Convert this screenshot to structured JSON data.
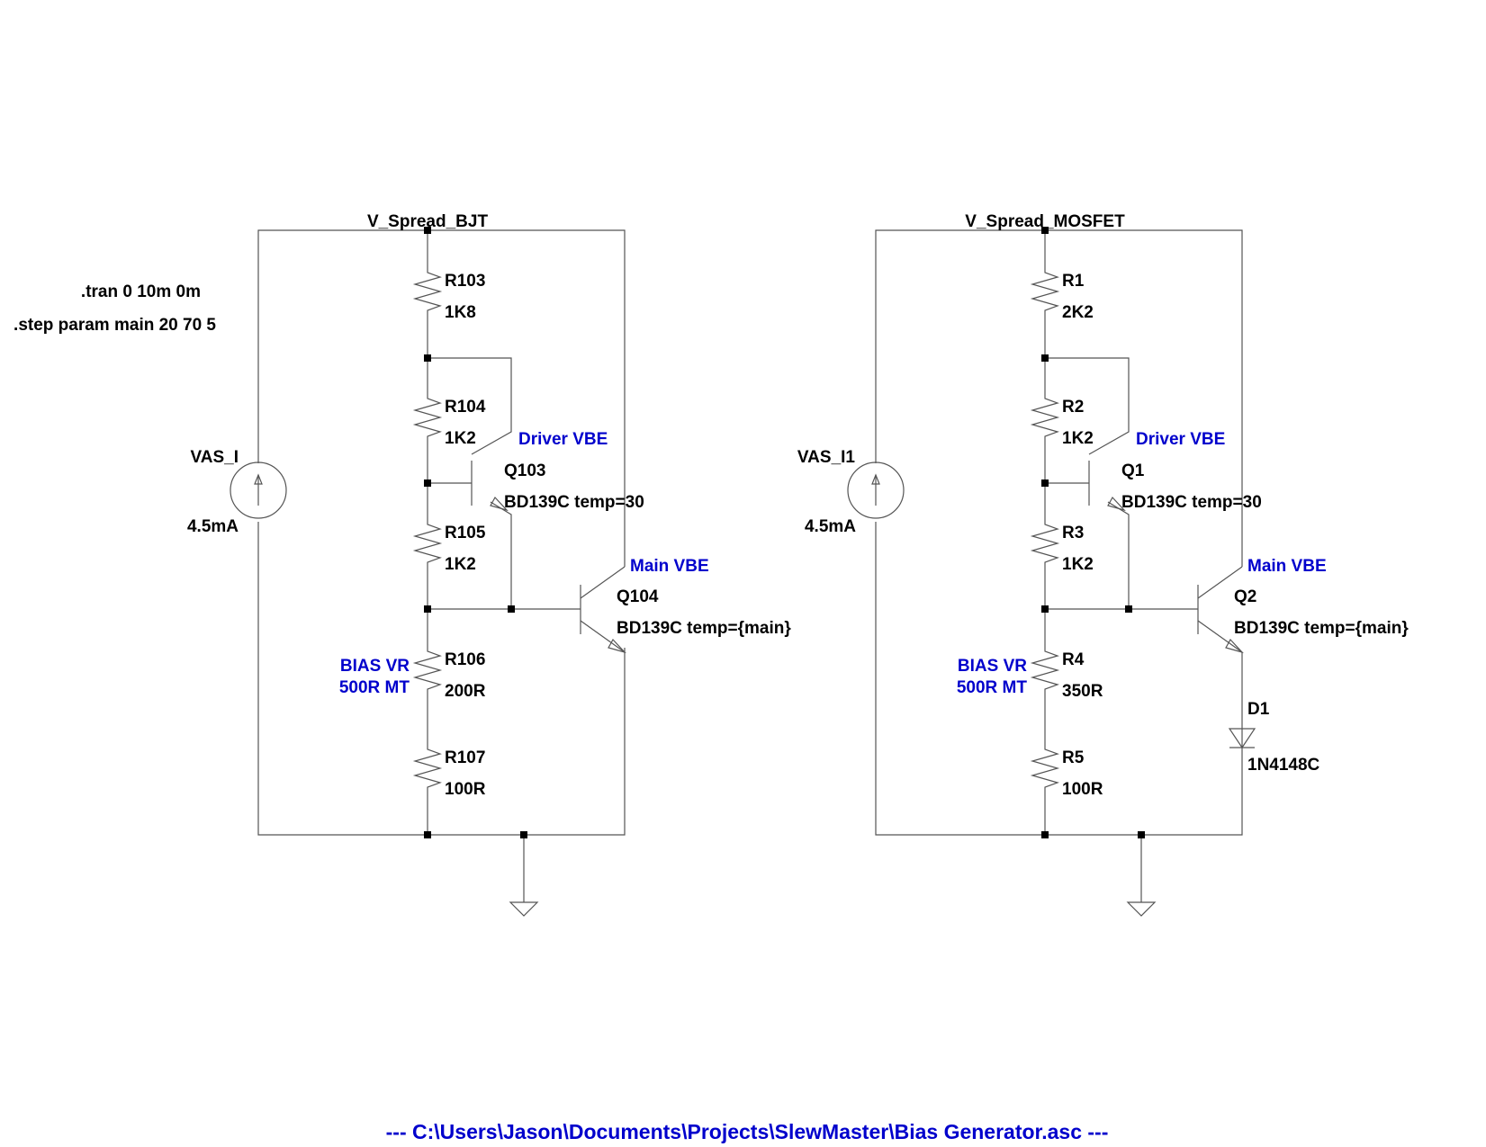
{
  "directives": {
    "tran": ".tran 0 10m 0m",
    "step": ".step param main 20 70 5"
  },
  "bjt": {
    "net_label": "V_Spread_BJT",
    "source": {
      "name": "VAS_I",
      "value": "4.5mA"
    },
    "r_top": {
      "name": "R103",
      "value": "1K8"
    },
    "r_mid1": {
      "name": "R104",
      "value": "1K2"
    },
    "r_mid2": {
      "name": "R105",
      "value": "1K2"
    },
    "r_bias": {
      "name": "R106",
      "value": "200R"
    },
    "r_bot": {
      "name": "R107",
      "value": "100R"
    },
    "bias_note_1": "BIAS VR",
    "bias_note_2": "500R MT",
    "driver": {
      "note": "Driver VBE",
      "name": "Q103",
      "model": "BD139C temp=30"
    },
    "main": {
      "note": "Main VBE",
      "name": "Q104",
      "model": "BD139C temp={main}"
    }
  },
  "mosfet": {
    "net_label": "V_Spread_MOSFET",
    "source": {
      "name": "VAS_I1",
      "value": "4.5mA"
    },
    "r_top": {
      "name": "R1",
      "value": "2K2"
    },
    "r_mid1": {
      "name": "R2",
      "value": "1K2"
    },
    "r_mid2": {
      "name": "R3",
      "value": "1K2"
    },
    "r_bias": {
      "name": "R4",
      "value": "350R"
    },
    "r_bot": {
      "name": "R5",
      "value": "100R"
    },
    "bias_note_1": "BIAS VR",
    "bias_note_2": "500R MT",
    "driver": {
      "note": "Driver VBE",
      "name": "Q1",
      "model": "BD139C temp=30"
    },
    "main": {
      "note": "Main VBE",
      "name": "Q2",
      "model": "BD139C temp={main}"
    },
    "diode": {
      "name": "D1",
      "value": "1N4148C"
    }
  },
  "footer": "---  C:\\Users\\Jason\\Documents\\Projects\\SlewMaster\\Bias Generator.asc  ---",
  "colors": {
    "wire": "#555555",
    "label": "#000000",
    "note": "#0000cc"
  }
}
